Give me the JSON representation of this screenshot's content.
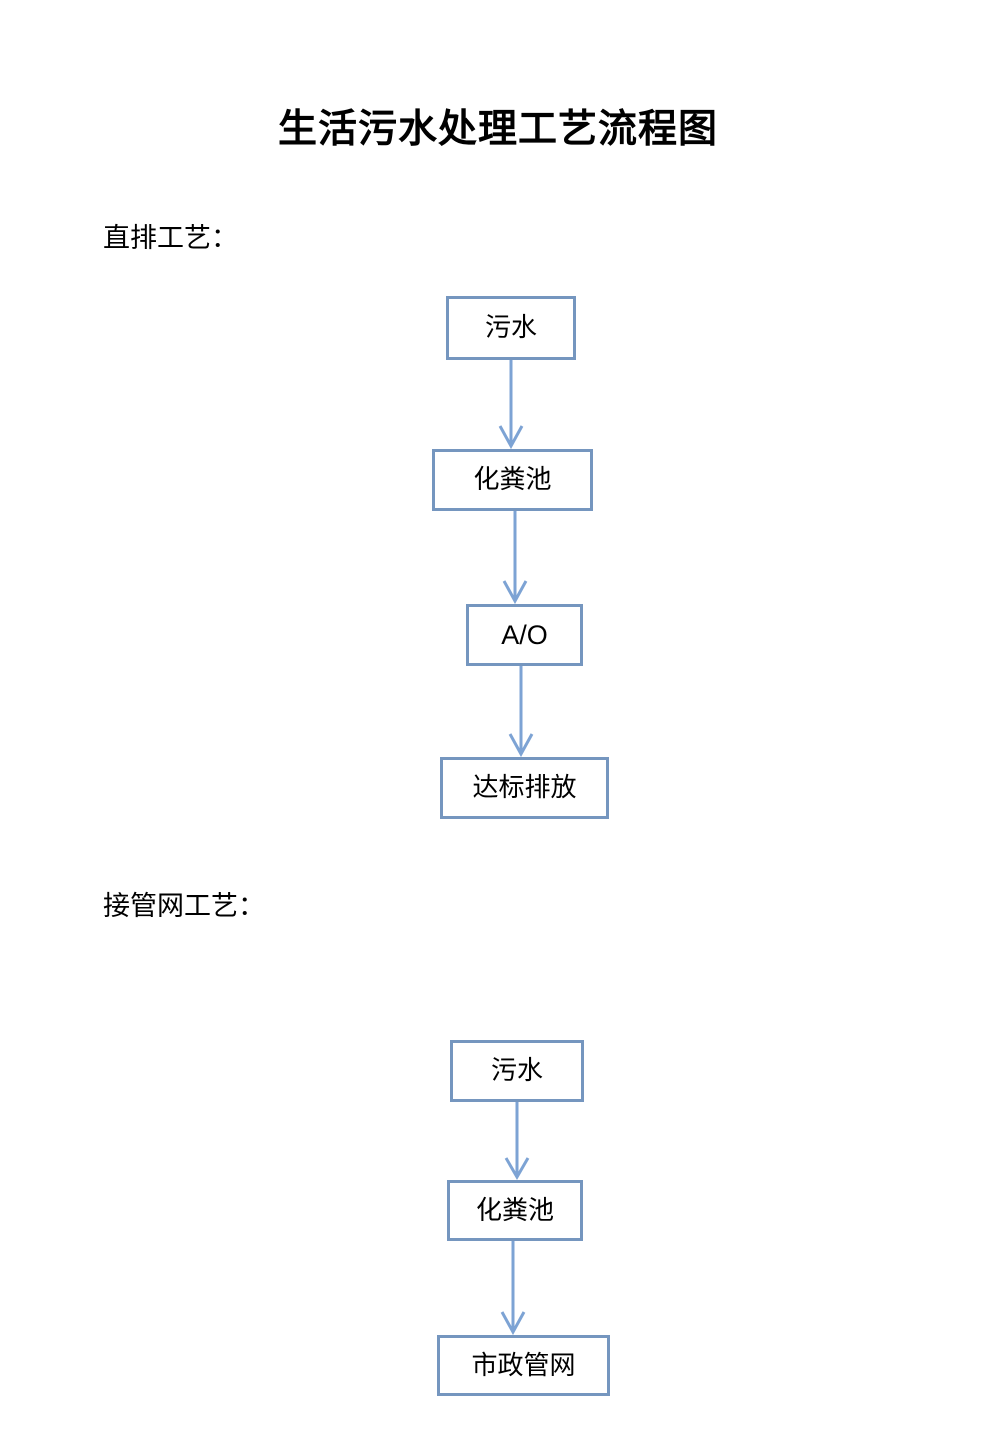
{
  "document": {
    "title": "生活污水处理工艺流程图",
    "page_background": "#ffffff"
  },
  "theme": {
    "box_border_color": "#7596bf",
    "arrow_color": "#7da3d4",
    "text_color": "#000000"
  },
  "sections": [
    {
      "id": "direct-discharge",
      "label": "直排工艺：",
      "nodes": [
        {
          "id": "d-1",
          "label": "污水",
          "script": "cjk"
        },
        {
          "id": "d-2",
          "label": "化粪池",
          "script": "cjk"
        },
        {
          "id": "d-3",
          "label": "A/O",
          "script": "latin"
        },
        {
          "id": "d-4",
          "label": "达标排放",
          "script": "cjk"
        }
      ],
      "connectors": [
        {
          "id": "d-1",
          "from": "污水",
          "to": "化粪池",
          "direction": "down",
          "head": "open-v"
        },
        {
          "id": "d-2",
          "from": "化粪池",
          "to": "A/O",
          "direction": "down",
          "head": "open-v"
        },
        {
          "id": "d-3",
          "from": "A/O",
          "to": "达标排放",
          "direction": "down",
          "head": "open-v"
        }
      ]
    },
    {
      "id": "municipal-pipe",
      "label": "接管网工艺：",
      "nodes": [
        {
          "id": "p-1",
          "label": "污水",
          "script": "cjk"
        },
        {
          "id": "p-2",
          "label": "化粪池",
          "script": "cjk"
        },
        {
          "id": "p-3",
          "label": "市政管网",
          "script": "cjk"
        }
      ],
      "connectors": [
        {
          "id": "p-1",
          "from": "污水",
          "to": "化粪池",
          "direction": "down",
          "head": "open-v"
        },
        {
          "id": "p-2",
          "from": "化粪池",
          "to": "市政管网",
          "direction": "down",
          "head": "open-v"
        }
      ]
    }
  ],
  "chart_data": {
    "type": "diagram",
    "title": "生活污水处理工艺流程图",
    "flows": [
      {
        "name": "直排工艺：",
        "steps": [
          "污水",
          "化粪池",
          "A/O",
          "达标排放"
        ]
      },
      {
        "name": "接管网工艺：",
        "steps": [
          "污水",
          "化粪池",
          "市政管网"
        ]
      }
    ]
  }
}
